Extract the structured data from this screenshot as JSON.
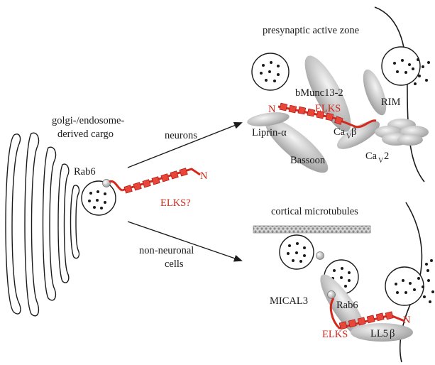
{
  "colors": {
    "elks": "#d4281c",
    "protein": "#c8c8c8",
    "ink": "#1a1a1a"
  },
  "left": {
    "cargo_line1": "golgi-/endosome-",
    "cargo_line2": "derived cargo",
    "rab6": "Rab6",
    "n_terminus": "N",
    "elks_question": "ELKS?"
  },
  "arrows": {
    "neurons": "neurons",
    "non_neuronal_line1": "non-neuronal",
    "non_neuronal_line2": "cells"
  },
  "top_panel": {
    "title": "presynaptic active zone",
    "bmunc": "bMunc13-2",
    "rim": "RIM",
    "n_terminus": "N",
    "elks": "ELKS",
    "liprin": "Liprin-α",
    "cav_beta_main": "Ca",
    "cav_beta_sub": "V",
    "cav_beta_suffix": "β",
    "bassoon": "Bassoon",
    "cav2_main": "Ca",
    "cav2_sub": "V",
    "cav2_suffix": "2"
  },
  "bottom_panel": {
    "title": "cortical microtubules",
    "mical3": "MICAL3",
    "rab6": "Rab6",
    "elks": "ELKS",
    "n_terminus": "N",
    "ll5_main": "LL5",
    "ll5_suffix": "β"
  }
}
